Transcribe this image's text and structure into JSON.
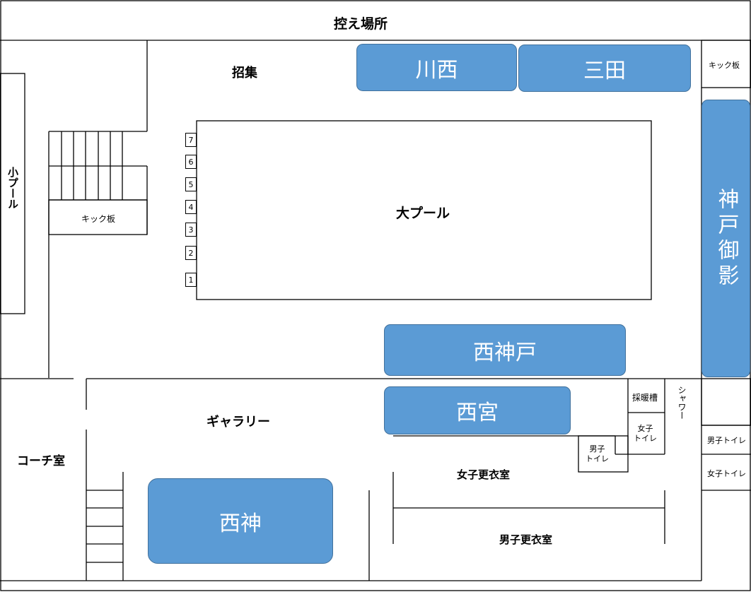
{
  "rooms": {
    "waiting_area": "控え場所",
    "call_area": "招集",
    "small_pool": "小プール",
    "kick_board_left": "キック板",
    "kick_board_right": "キック板",
    "big_pool": "大プール",
    "gallery": "ギャラリー",
    "coach_room": "コーチ室",
    "heater": "採暖槽",
    "shower": "シャワー",
    "womens_toilet_a": "女子\nトイレ",
    "mens_toilet_a": "男子\nトイレ",
    "mens_toilet_b": "男子トイレ",
    "womens_toilet_b": "女子トイレ",
    "womens_locker": "女子更衣室",
    "mens_locker": "男子更衣室"
  },
  "teams": {
    "kawanishi": "川西",
    "sanda": "三田",
    "kobe_mikage": "神戸御影",
    "nishikobe": "西神戸",
    "nishinomiya": "西宮",
    "seishin": "西神"
  },
  "lanes": [
    "7",
    "6",
    "5",
    "4",
    "3",
    "2",
    "1"
  ],
  "colors": {
    "team_fill": "#5b9bd5",
    "team_border": "#41719c"
  }
}
